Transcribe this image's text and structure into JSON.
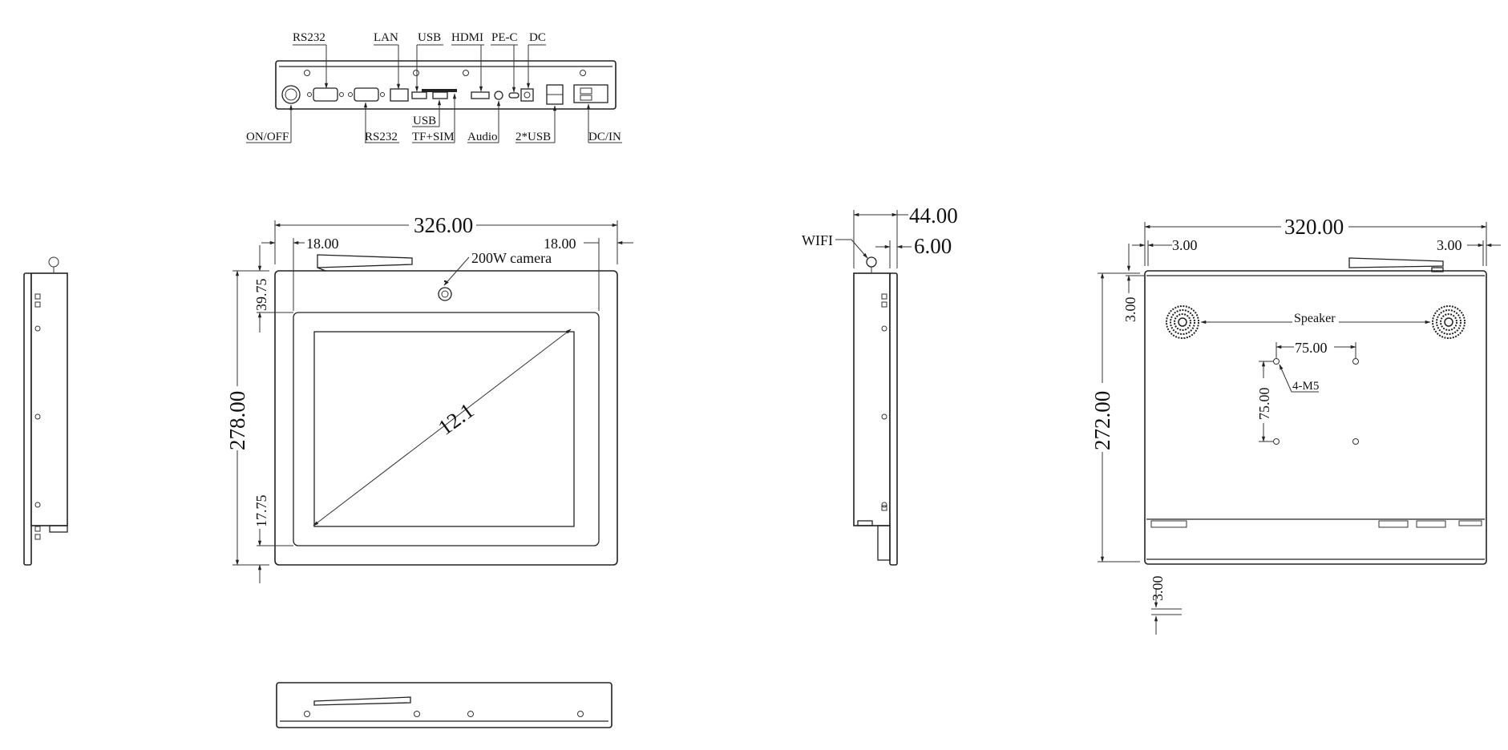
{
  "io_panel": {
    "top_labels": [
      "RS232",
      "LAN",
      "USB",
      "HDMI",
      "PE-C",
      "DC"
    ],
    "bottom_labels": [
      "ON/OFF",
      "RS232",
      "USB",
      "TF+SIM",
      "Audio",
      "2*USB",
      "DC/IN"
    ]
  },
  "front_view": {
    "width": "326.00",
    "height": "278.00",
    "side_margin_left": "18.00",
    "side_margin_right": "18.00",
    "top_margin": "39.75",
    "bottom_margin": "17.75",
    "camera_label": "200W camera",
    "screen_size": "12.1"
  },
  "side_view": {
    "wifi_label": "WIFI",
    "depth": "44.00",
    "frame_thickness": "6.00"
  },
  "rear_view": {
    "width": "320.00",
    "height": "272.00",
    "margin_left": "3.00",
    "margin_right": "3.00",
    "margin_top": "3.00",
    "margin_bottom": "3.00",
    "speaker_label": "Speaker",
    "vesa_h": "75.00",
    "vesa_v": "75.00",
    "mount_screw": "4-M5"
  }
}
